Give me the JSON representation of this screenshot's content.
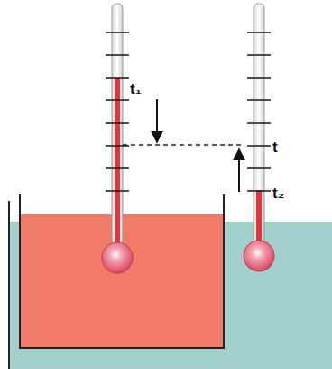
{
  "diagram": {
    "labels": [
      "t₁",
      "t",
      "t₂"
    ]
  }
}
